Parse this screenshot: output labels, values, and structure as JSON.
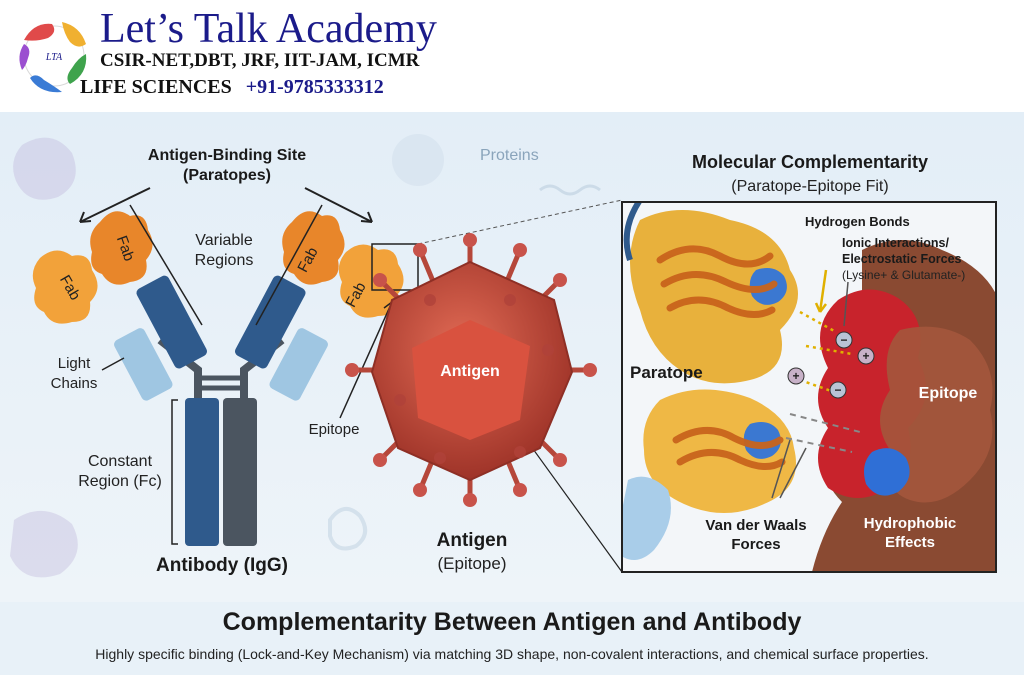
{
  "header": {
    "title": "Let’s Talk Academy",
    "exams": "CSIR-NET,DBT, JRF, IIT-JAM, ICMR",
    "subject": "LIFE SCIENCES",
    "phone": "+91-9785333312",
    "logo_text": "LTA"
  },
  "diagram": {
    "binding_site_title": "Antigen-Binding Site",
    "binding_site_sub": "(Paratopes)",
    "proteins": "Proteins",
    "fab": "Fab",
    "variable_regions_1": "Variable",
    "variable_regions_2": "Regions",
    "light_chains_1": "Light",
    "light_chains_2": "Chains",
    "constant_region_1": "Constant",
    "constant_region_2": "Region (Fc)",
    "antibody": "Antibody (IgG)",
    "epitope": "Epitope",
    "antigen_center": "Antigen",
    "antigen_label": "Antigen",
    "antigen_sub": "(Epitope)"
  },
  "inset": {
    "title": "Molecular Complementarity",
    "subtitle": "(Paratope-Epitope Fit)",
    "hydrogen": "Hydrogen Bonds",
    "ionic_1": "Ionic Interactions/",
    "ionic_2": "Electrostatic Forces",
    "ionic_3": "(Lysine+ & Glutamate-)",
    "paratope": "Paratope",
    "epitope": "Epitope",
    "vdw_1": "Van der Waals",
    "vdw_2": "Forces",
    "hydrophobic_1": "Hydrophobic",
    "hydrophobic_2": "Effects"
  },
  "footer": {
    "title": "Complementarity Between Antigen and Antibody",
    "subtitle": "Highly specific binding (Lock-and-Key Mechanism) via matching 3D shape, non-covalent interactions, and chemical surface properties."
  },
  "colors": {
    "brand_blue": "#1b1b8a",
    "fab_orange": "#f2a23a",
    "heavy_chain": "#2f5a8c",
    "light_chain": "#9fc6e2",
    "antigen_red": "#c14a3a",
    "epitope_red": "#c8232c"
  }
}
